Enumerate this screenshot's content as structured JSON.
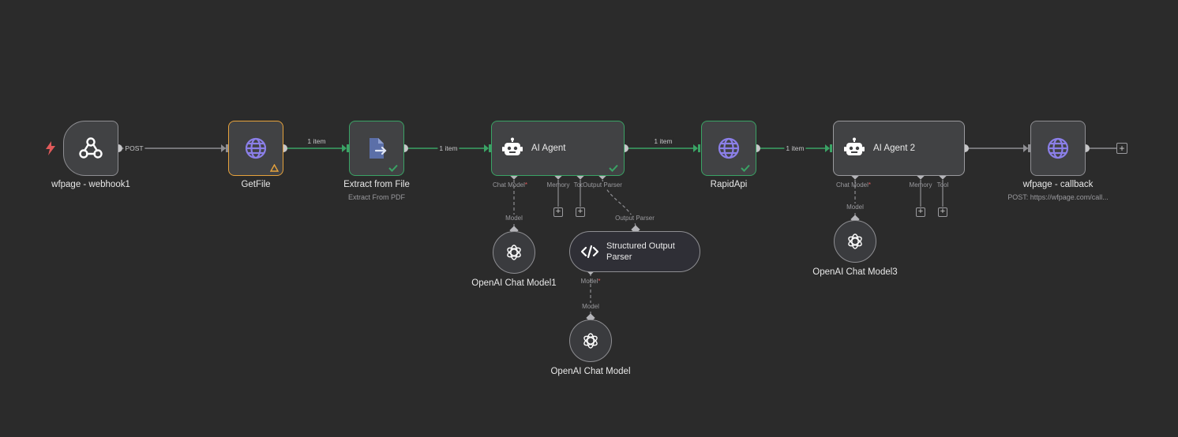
{
  "nodes": {
    "webhook": {
      "title": "wfpage - webhook1",
      "edge_label": "POST"
    },
    "getfile": {
      "title": "GetFile"
    },
    "extract": {
      "title": "Extract from File",
      "subtitle": "Extract From PDF"
    },
    "agent1": {
      "title": "AI Agent",
      "ports": {
        "chat_model": "Chat Model",
        "memory": "Memory",
        "tool": "Tool",
        "output_parser": "Output Parser"
      }
    },
    "rapidapi": {
      "title": "RapidApi"
    },
    "agent2": {
      "title": "AI Agent 2",
      "ports": {
        "chat_model": "Chat Model",
        "memory": "Memory",
        "tool": "Tool"
      }
    },
    "callback": {
      "title": "wfpage - callback",
      "subtitle": "POST: https://wfpage.com/call..."
    },
    "openai1": {
      "title": "OpenAI Chat Model1",
      "port": "Model"
    },
    "parser": {
      "title": "Structured Output Parser",
      "in_port": "Output Parser",
      "model_port": "Model"
    },
    "openai0": {
      "title": "OpenAI Chat Model",
      "port": "Model"
    },
    "openai3": {
      "title": "OpenAI Chat Model3",
      "port": "Model"
    }
  },
  "edges": {
    "getfile_extract": "1 item",
    "extract_agent1": "1 item",
    "agent1_rapidapi": "1 item",
    "rapidapi_agent2": "1 item"
  },
  "required_marker": "*",
  "colors": {
    "background": "#2b2b2b",
    "node": "#414244",
    "success": "#3aa365",
    "warning": "#e6a23c",
    "icon_purple": "#8b7fe8",
    "trigger_red": "#e05a5a"
  }
}
